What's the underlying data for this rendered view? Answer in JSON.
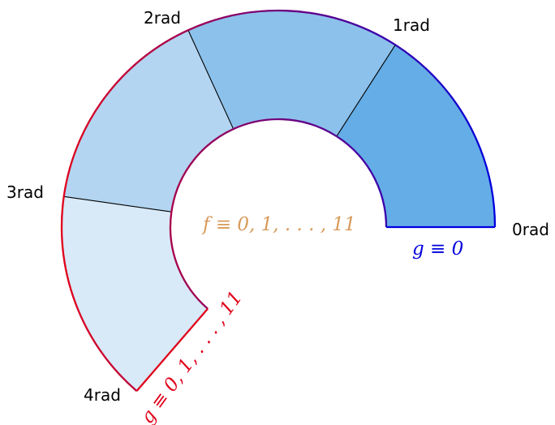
{
  "diagram": {
    "angle_labels": [
      "0rad",
      "1rad",
      "2rad",
      "3rad",
      "4rad"
    ],
    "sectors": [
      {
        "from_rad": 0,
        "to_rad": 1,
        "fill": "#64ade6"
      },
      {
        "from_rad": 1,
        "to_rad": 2,
        "fill": "#8cc1eb"
      },
      {
        "from_rad": 2,
        "to_rad": 3,
        "fill": "#b3d5f1"
      },
      {
        "from_rad": 3,
        "to_rad": 4,
        "fill": "#d8e9f7"
      }
    ],
    "f_label": "f ≡ 0, 1, . . . , 11",
    "g_zero_label": "g ≡ 0",
    "g_range_label": "g ≡ 0, 1, . . . , 11",
    "colors": {
      "f_label": "#d89a5a",
      "g_zero": "#0000dd",
      "g_range": "#e0001a",
      "divider": "#000000",
      "outline_start": "#0000dd",
      "outline_end": "#e0001a"
    }
  }
}
